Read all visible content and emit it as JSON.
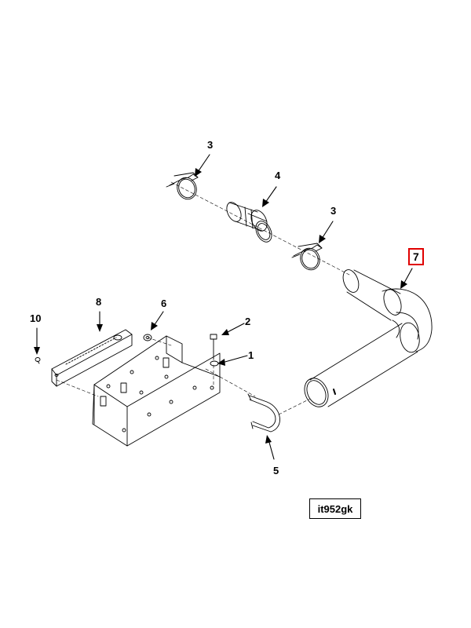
{
  "callouts": [
    {
      "id": "c1",
      "label": "1"
    },
    {
      "id": "c2",
      "label": "2"
    },
    {
      "id": "c3a",
      "label": "3"
    },
    {
      "id": "c3b",
      "label": "3"
    },
    {
      "id": "c4",
      "label": "4"
    },
    {
      "id": "c5",
      "label": "5"
    },
    {
      "id": "c6",
      "label": "6"
    },
    {
      "id": "c7",
      "label": "7",
      "highlighted": true
    },
    {
      "id": "c8",
      "label": "8"
    },
    {
      "id": "c10",
      "label": "10"
    }
  ],
  "figure_id": "it952gk",
  "colors": {
    "line": "#000000",
    "highlight": "#e00000",
    "background": "#ffffff"
  }
}
